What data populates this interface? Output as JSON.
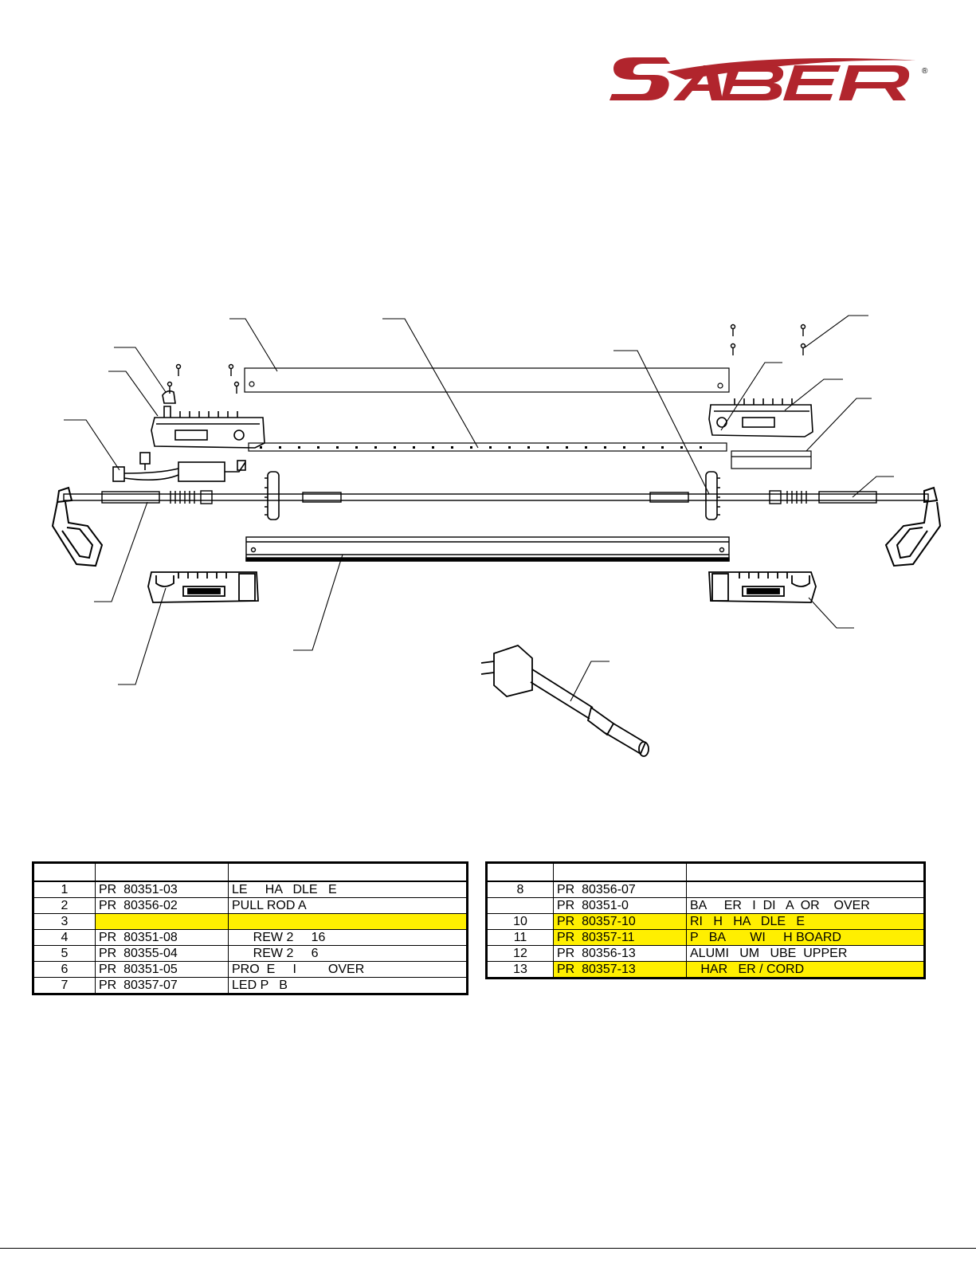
{
  "logo": {
    "brand": "SABER",
    "mark": "®",
    "color": "#b1252d"
  },
  "left_table": {
    "headers": [
      "",
      "",
      ""
    ],
    "rows": [
      {
        "item": "1",
        "part": "PR  80351-03",
        "desc": "LE     HA   DLE   E",
        "highlight": false
      },
      {
        "item": "2",
        "part": "PR  80356-02",
        "desc": "PULL ROD A",
        "highlight": false
      },
      {
        "item": "3",
        "part": "",
        "desc": "",
        "highlight": true
      },
      {
        "item": "4",
        "part": "PR  80351-08",
        "desc": "      REW 2     16",
        "highlight": false
      },
      {
        "item": "5",
        "part": "PR  80355-04",
        "desc": "      REW 2     6",
        "highlight": false
      },
      {
        "item": "6",
        "part": "PR  80351-05",
        "desc": "PRO  E     I         OVER",
        "highlight": false
      },
      {
        "item": "7",
        "part": "PR  80357-07",
        "desc": "LED P   B",
        "highlight": false
      }
    ]
  },
  "right_table": {
    "headers": [
      "",
      "",
      ""
    ],
    "rows": [
      {
        "item": "8",
        "part": "PR  80356-07",
        "desc": "",
        "highlight": false
      },
      {
        "item": "",
        "part": "PR  80351-0",
        "desc": "BA     ER   I  DI   A  OR    OVER",
        "highlight": false
      },
      {
        "item": "10",
        "part": "PR  80357-10",
        "desc": "RI   H   HA   DLE   E",
        "highlight": true
      },
      {
        "item": "11",
        "part": "PR  80357-11",
        "desc": "P   BA       WI     H BOARD",
        "highlight": true
      },
      {
        "item": "12",
        "part": "PR  80356-13",
        "desc": "ALUMI   UM   UBE  UPPER",
        "highlight": false
      },
      {
        "item": "13",
        "part": "PR  80357-13",
        "desc": "   HAR   ER / CORD",
        "highlight": true
      }
    ]
  },
  "highlight_color": "#ffef00"
}
